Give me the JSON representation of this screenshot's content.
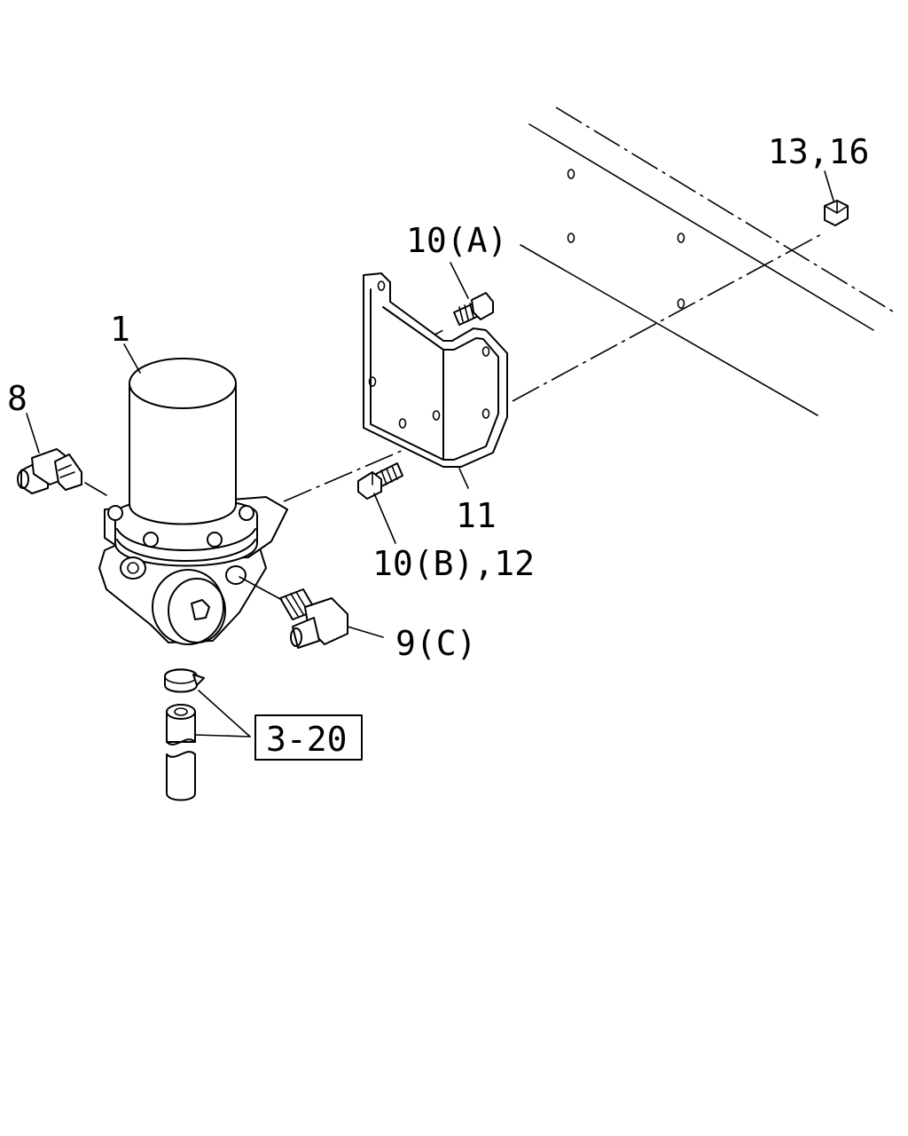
{
  "callouts": {
    "part_1": "1",
    "part_8": "8",
    "part_9c": "9(C)",
    "part_10a": "10(A)",
    "part_10b_12": "10(B),12",
    "part_11": "11",
    "part_13_16": "13,16",
    "ref_3_20": "3-20"
  },
  "icons": [
    "air-dryer-icon",
    "elbow-fitting-icon",
    "bracket-icon",
    "bolt-icon",
    "nut-icon",
    "frame-rail-icon",
    "hose-clamp-icon"
  ]
}
